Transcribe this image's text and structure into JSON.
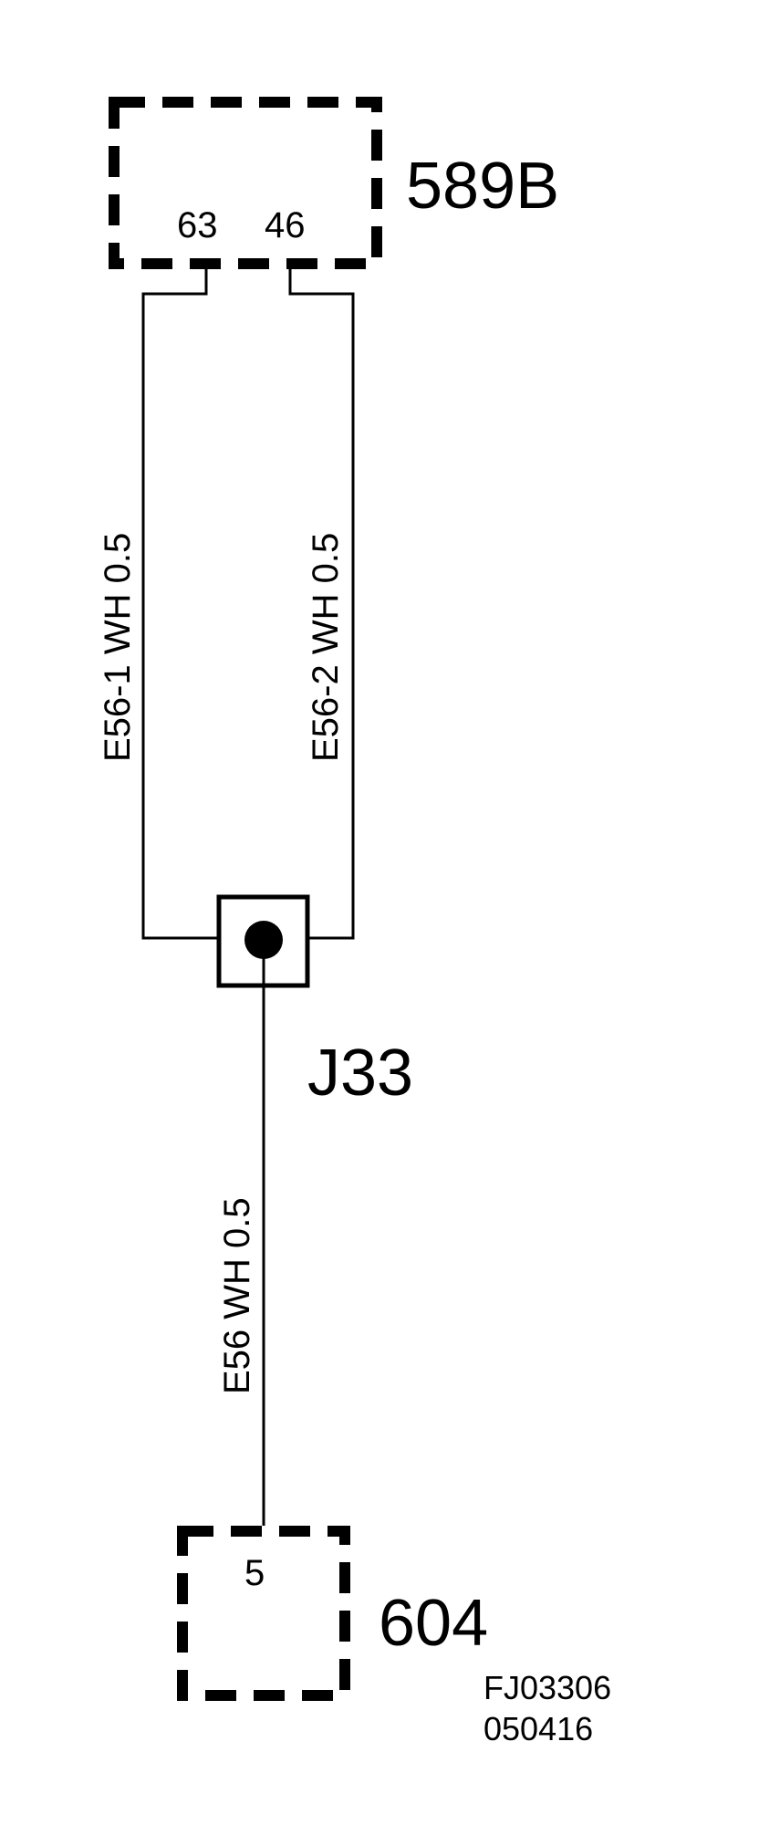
{
  "connectors": {
    "top": {
      "name": "589B",
      "pins": [
        "63",
        "46"
      ]
    },
    "bottom": {
      "name": "604",
      "pins": [
        "5"
      ]
    }
  },
  "splice": {
    "name": "J33"
  },
  "wires": {
    "left": {
      "label": "E56-1  WH  0.5"
    },
    "right": {
      "label": "E56-2  WH  0.5"
    },
    "bottom": {
      "label": "E56 WH  0.5"
    }
  },
  "figure_codes": [
    "FJ03306",
    "050416"
  ]
}
